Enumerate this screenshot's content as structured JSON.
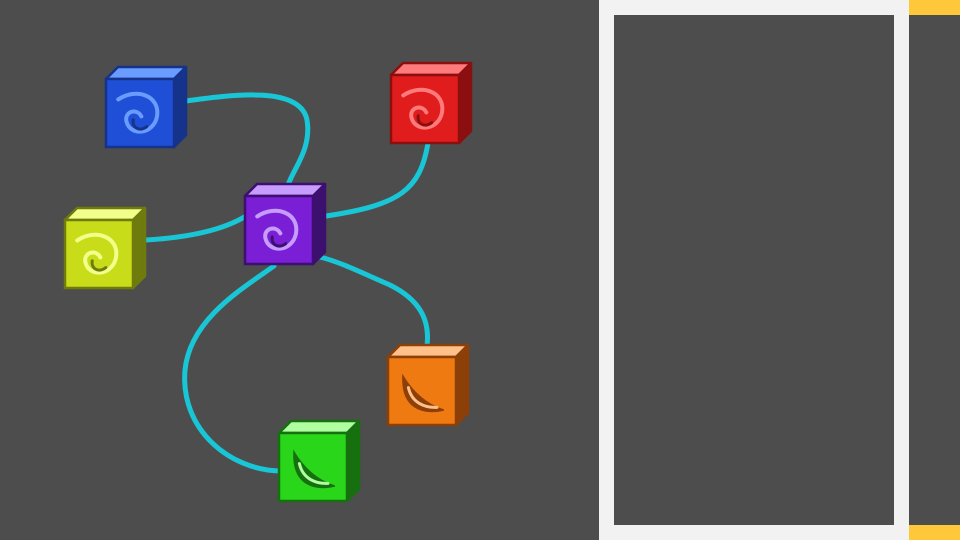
{
  "gems": [
    {
      "id": "blue",
      "color": "#1f4fd6",
      "dark": "#16338c",
      "light": "#6a9cff",
      "icon": "swirl-gem-icon"
    },
    {
      "id": "red",
      "color": "#e01c1c",
      "dark": "#8c0f0f",
      "light": "#ff7a7a",
      "icon": "swirl-gem-icon"
    },
    {
      "id": "yellow",
      "color": "#c8dc1a",
      "dark": "#6f7b0c",
      "light": "#f2ff8a",
      "icon": "swirl-gem-icon"
    },
    {
      "id": "purple",
      "color": "#7a1fd6",
      "dark": "#3d0f6e",
      "light": "#c79cff",
      "icon": "swirl-gem-icon"
    },
    {
      "id": "orange",
      "color": "#f07a12",
      "dark": "#8c3f06",
      "light": "#ffc08a",
      "icon": "leaf-gem-icon"
    },
    {
      "id": "green",
      "color": "#2ad61a",
      "dark": "#16700f",
      "light": "#b0ffa0",
      "icon": "leaf-gem-icon"
    }
  ],
  "links": [
    {
      "from": "blue",
      "to": "purple"
    },
    {
      "from": "red",
      "to": "purple"
    },
    {
      "from": "yellow",
      "to": "purple"
    },
    {
      "from": "orange",
      "to": "purple"
    },
    {
      "from": "green",
      "to": "purple"
    }
  ],
  "colors": {
    "background": "#4d4d4d",
    "link": "#19c6d6",
    "panel_border": "#f2f2f2",
    "accent": "#ffc83a"
  }
}
